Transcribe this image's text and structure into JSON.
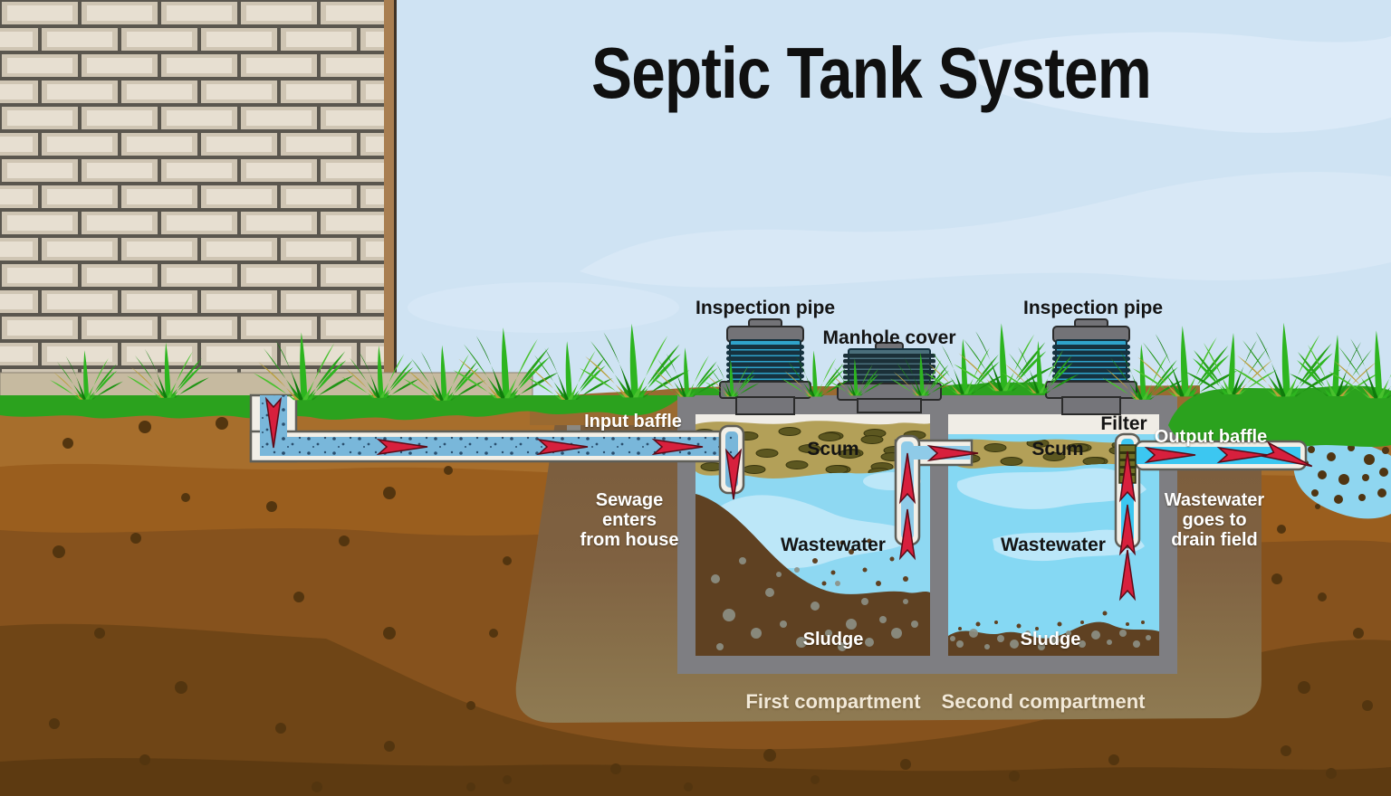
{
  "title": "Septic Tank System",
  "labels": {
    "inspection_pipe_left": "Inspection pipe",
    "inspection_pipe_right": "Inspection pipe",
    "manhole_cover": "Manhole cover",
    "input_baffle": "Input baffle",
    "filter": "Filter",
    "output_baffle": "Output baffle",
    "scum_first": "Scum",
    "scum_second": "Scum",
    "wastewater_first": "Wastewater",
    "wastewater_second": "Wastewater",
    "sludge_first": "Sludge",
    "sludge_second": "Sludge",
    "first_compartment": "First compartment",
    "second_compartment": "Second compartment",
    "sewage_note": {
      "line1": "Sewage",
      "line2": "enters",
      "line3": "from house"
    },
    "drainfield_note": {
      "line1": "Wastewater",
      "line2": "goes to",
      "line3": "drain field"
    }
  },
  "colors": {
    "sky": "#cfe3f3",
    "sky_swirl": "#ddebf9",
    "grass": "#2ba21e",
    "soil_top": "#a76e2c",
    "soil_deep": "#5d3a11",
    "excavation_fill": "#7f6141",
    "tank_concrete": "#7e7e82",
    "tank_interior": "#f0ede6",
    "wastewater_blue": "#8ed8f2",
    "scum_tan": "#b3a058",
    "sludge_brown": "#5f4122",
    "sewage_pipe_water": "#79b7da",
    "clean_water": "#3cc7f1",
    "drainfield_blue": "#8fd6f0",
    "arrow_red": "#d7203d",
    "brick": "#e7dfd1",
    "inspection_pipe_teal": "#2fa3cb",
    "manhole_teal": "#4a6f7b",
    "filter_olive": "#6e6e24"
  }
}
